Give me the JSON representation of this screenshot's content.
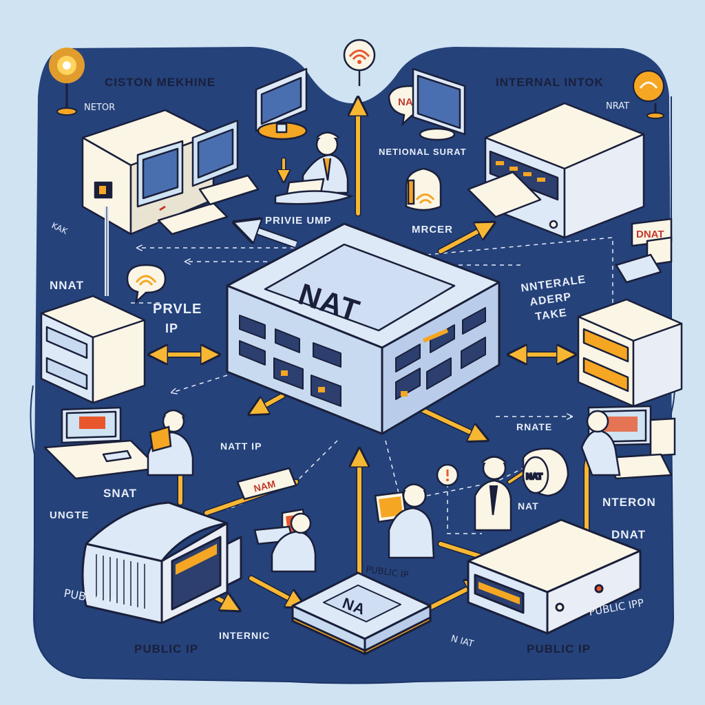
{
  "labels": {
    "custom_machine": "CISTON MEKHINE",
    "internal_network": "INTERNAL INTOK",
    "nat_box": "NAT",
    "nat_small": "NA",
    "netor": "NETOR",
    "nrat": "NRAT",
    "national_surat": "NETIONAL SURAT",
    "na_bubble": "NA",
    "privie_ump": "PRIVIE UMP",
    "mrcer": "MRCER",
    "nnat": "NNAT",
    "prvle": "PRVLE",
    "ip": "IP",
    "dnat_tag": "DNAT",
    "nterale_line1": "NNTERALE",
    "nterale_line2": "ADERP",
    "nterale_line3": "TAKE",
    "rnate": "RNATE",
    "natt_ip": "NATT IP",
    "snat": "SNAT",
    "nam_tag": "NAM",
    "nat_right": "NAT",
    "ungte": "UNGTE",
    "nteron": "NTERON",
    "dnat": "DNAT",
    "public_ip_left_hand": "PUBLIC IP",
    "public_ip_left": "PUBLIC IP",
    "internic": "INTERNIC",
    "public_ip_center": "PUBLIC IP",
    "n_iat": "N IAT",
    "public_ip_right": "PUBLIC IP",
    "public_ipp_right_hand": "PUBLIC IPP",
    "kak": "KAK",
    "nat_sticker": "NAT"
  },
  "colors": {
    "background": "#cfe3f3",
    "panel": "#25427a",
    "panel_dark": "#1d3668",
    "device_light": "#dde9f7",
    "device_cream": "#fbf5e6",
    "accent_orange": "#f5a623",
    "arrow_yellow": "#f7b733",
    "outline": "#1a1f3a"
  },
  "icons": [
    "wifi-signal-icon",
    "monitor-icon",
    "keyboard-icon",
    "server-icon",
    "router-icon",
    "person-icon",
    "arrow-icon"
  ]
}
